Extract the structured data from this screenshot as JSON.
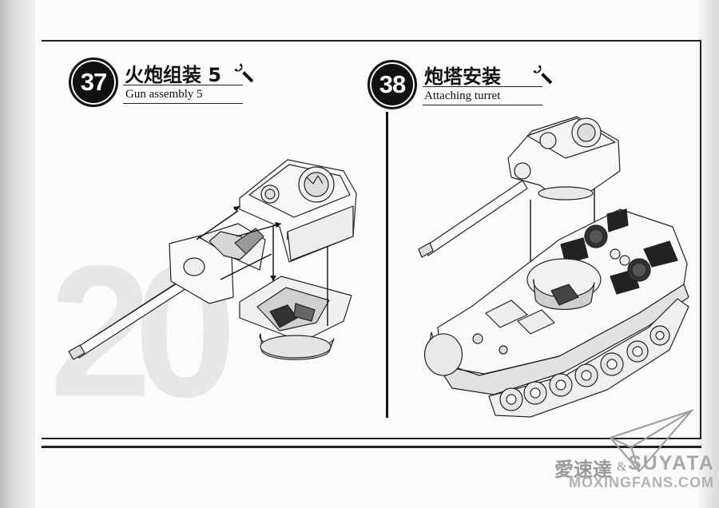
{
  "steps": [
    {
      "number": "37",
      "title_cn": "火炮组装 5",
      "title_en": "Gun assembly 5",
      "icon": "wrench-icon"
    },
    {
      "number": "38",
      "title_cn": "炮塔安装",
      "title_en": "Attaching turret",
      "icon": "wrench-icon"
    }
  ],
  "page_number": "20",
  "watermark": {
    "brand_cn": "愛速達",
    "amp": "&",
    "brand_en": "SUYATA",
    "url": "MOXINGFANS.COM",
    "logo": "paper-plane-logo"
  }
}
